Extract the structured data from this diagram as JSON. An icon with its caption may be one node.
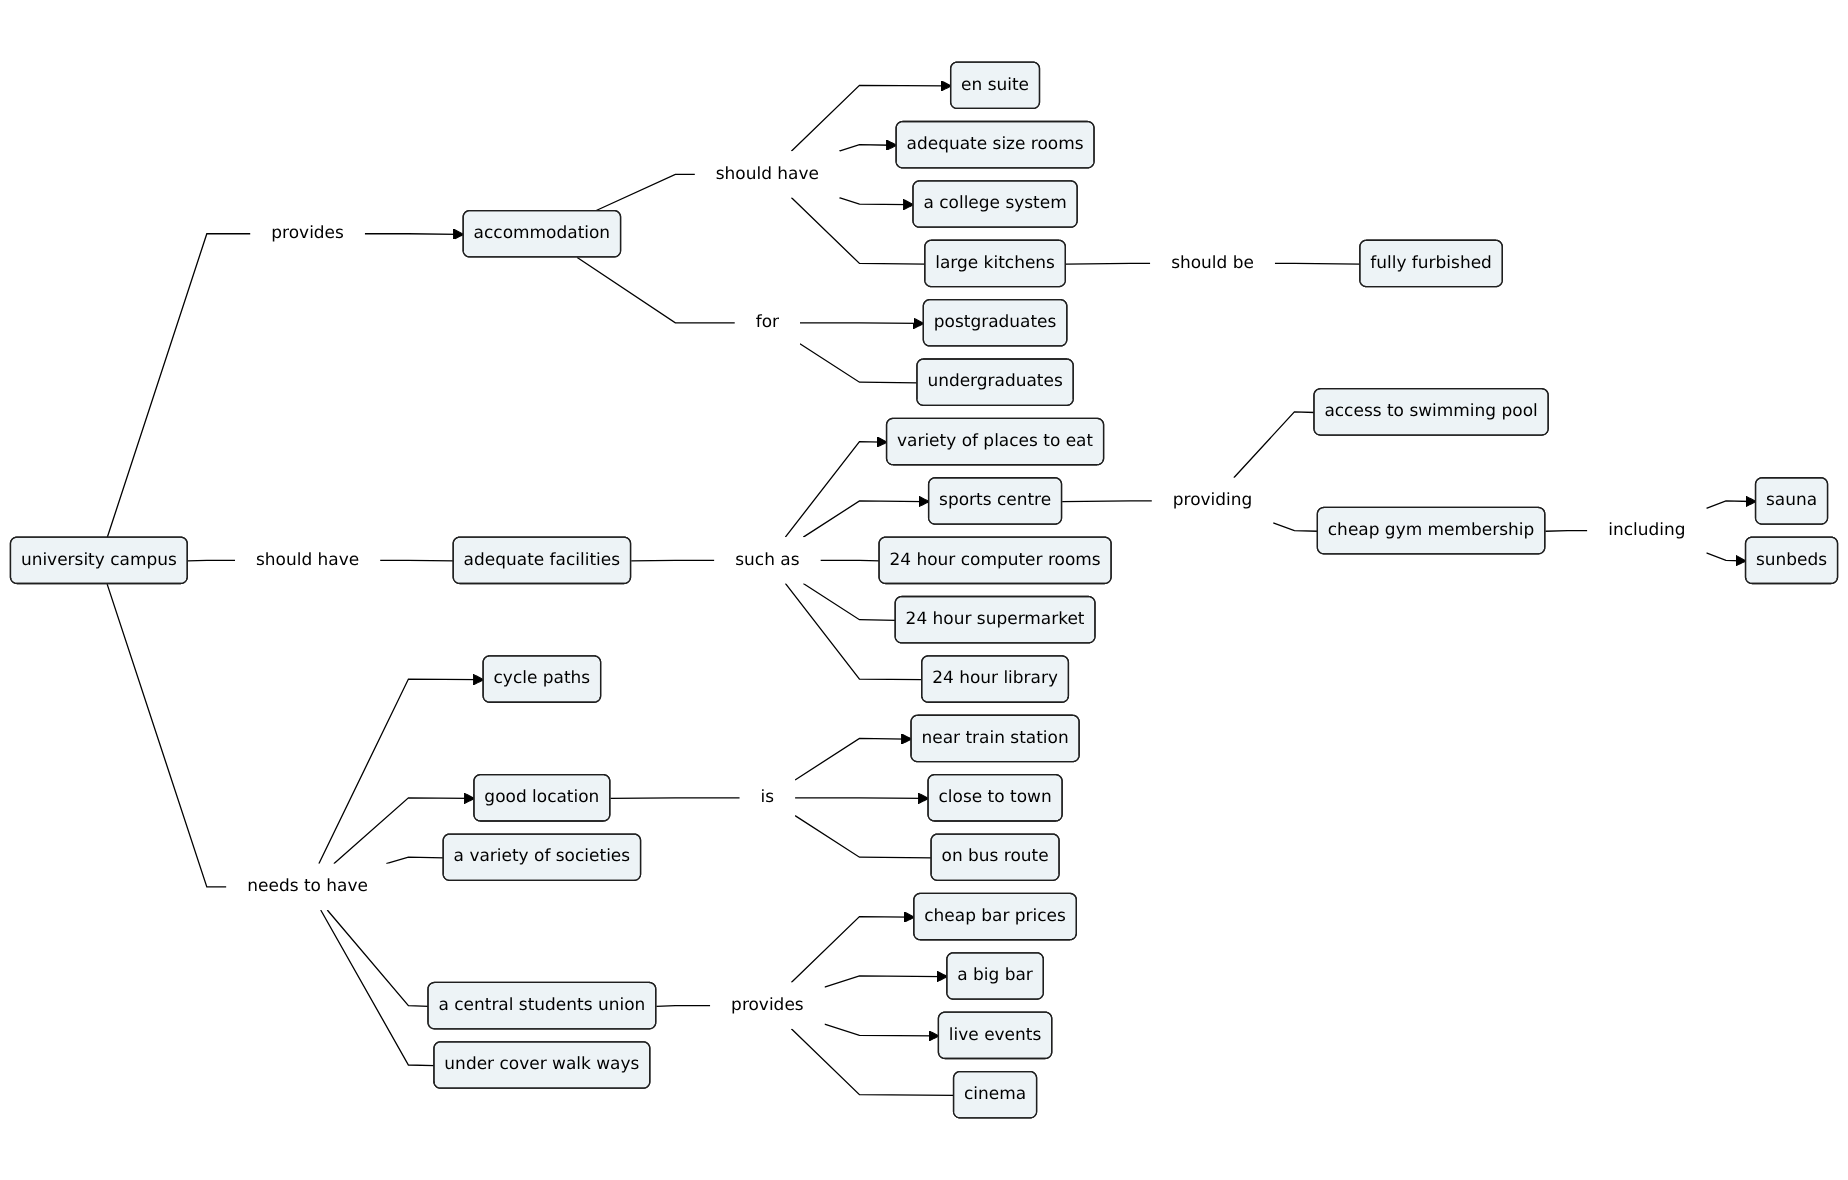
{
  "diagram": {
    "nodes": [
      {
        "text": [
          "adequate size rooms"
        ]
      },
      {
        "text": [
          "university campus"
        ]
      },
      {
        "text": [
          "en suite"
        ]
      },
      {
        "text": [
          "a college system"
        ]
      },
      {
        "text": [
          "cycle paths"
        ]
      },
      {
        "text": [
          "should have"
        ]
      },
      {
        "text": [
          "near train station"
        ]
      },
      {
        "text": [
          "large kitchens"
        ]
      },
      {
        "text": [
          "needs to have"
        ]
      },
      {
        "text": [
          "good location"
        ]
      },
      {
        "text": [
          "accommodation"
        ]
      },
      {
        "text": [
          "provides"
        ]
      },
      {
        "text": [
          "close to town"
        ]
      },
      {
        "text": [
          "is"
        ]
      },
      {
        "text": [
          "should be"
        ]
      },
      {
        "text": [
          "should have"
        ]
      },
      {
        "text": [
          "postgraduates"
        ]
      },
      {
        "text": [
          "on bus route"
        ]
      },
      {
        "text": [
          "fully furbished"
        ]
      },
      {
        "text": [
          "a central students union"
        ]
      },
      {
        "text": [
          "a variety of societies"
        ]
      },
      {
        "text": [
          "for"
        ]
      },
      {
        "text": [
          "cheap bar prices"
        ]
      },
      {
        "text": [
          "adequate facilities"
        ]
      },
      {
        "text": [
          "undergraduates"
        ]
      },
      {
        "text": [
          "a big bar"
        ]
      },
      {
        "text": [
          "provides"
        ]
      },
      {
        "text": [
          "under cover walk ways"
        ]
      },
      {
        "text": [
          "such as"
        ]
      },
      {
        "text": [
          "variety of places to eat"
        ]
      },
      {
        "text": [
          "sports centre"
        ]
      },
      {
        "text": [
          "live events"
        ]
      },
      {
        "text": [
          "cinema"
        ]
      },
      {
        "text": [
          "providing"
        ]
      },
      {
        "text": [
          "24 hour computer rooms"
        ]
      },
      {
        "text": [
          "24 hour supermarket"
        ]
      },
      {
        "text": [
          "access to swimming pool"
        ]
      },
      {
        "text": [
          "sauna"
        ]
      },
      {
        "text": [
          "24 hour library"
        ]
      },
      {
        "text": [
          "cheap gym membership"
        ]
      },
      {
        "text": [
          "including"
        ]
      },
      {
        "text": [
          "sunbeds"
        ]
      }
    ],
    "edges": [
      {
        "from": 1,
        "to": 11,
        "arrow": "none"
      },
      {
        "from": 11,
        "to": 10,
        "arrow": "to"
      },
      {
        "from": 1,
        "to": 15,
        "arrow": "none"
      },
      {
        "from": 15,
        "to": 23,
        "arrow": "none"
      },
      {
        "from": 1,
        "to": 8,
        "arrow": "none"
      },
      {
        "from": 8,
        "to": 4,
        "arrow": "to"
      },
      {
        "from": 8,
        "to": 9,
        "arrow": "to"
      },
      {
        "from": 8,
        "to": 20,
        "arrow": "none"
      },
      {
        "from": 8,
        "to": 19,
        "arrow": "none"
      },
      {
        "from": 8,
        "to": 27,
        "arrow": "none"
      },
      {
        "from": 10,
        "to": 5,
        "arrow": "none"
      },
      {
        "from": 5,
        "to": 2,
        "arrow": "to"
      },
      {
        "from": 5,
        "to": 0,
        "arrow": "to"
      },
      {
        "from": 5,
        "to": 3,
        "arrow": "to"
      },
      {
        "from": 5,
        "to": 7,
        "arrow": "none"
      },
      {
        "from": 7,
        "to": 14,
        "arrow": "none"
      },
      {
        "from": 14,
        "to": 18,
        "arrow": "none"
      },
      {
        "from": 10,
        "to": 21,
        "arrow": "none"
      },
      {
        "from": 21,
        "to": 16,
        "arrow": "to"
      },
      {
        "from": 21,
        "to": 24,
        "arrow": "none"
      },
      {
        "from": 9,
        "to": 13,
        "arrow": "none"
      },
      {
        "from": 13,
        "to": 6,
        "arrow": "to"
      },
      {
        "from": 13,
        "to": 12,
        "arrow": "to"
      },
      {
        "from": 13,
        "to": 17,
        "arrow": "none"
      },
      {
        "from": 23,
        "to": 28,
        "arrow": "none"
      },
      {
        "from": 28,
        "to": 29,
        "arrow": "to"
      },
      {
        "from": 28,
        "to": 30,
        "arrow": "to"
      },
      {
        "from": 28,
        "to": 34,
        "arrow": "none"
      },
      {
        "from": 28,
        "to": 35,
        "arrow": "none"
      },
      {
        "from": 28,
        "to": 38,
        "arrow": "none"
      },
      {
        "from": 19,
        "to": 26,
        "arrow": "none"
      },
      {
        "from": 26,
        "to": 22,
        "arrow": "to"
      },
      {
        "from": 26,
        "to": 25,
        "arrow": "to"
      },
      {
        "from": 26,
        "to": 31,
        "arrow": "to"
      },
      {
        "from": 26,
        "to": 32,
        "arrow": "none"
      },
      {
        "from": 30,
        "to": 33,
        "arrow": "none"
      },
      {
        "from": 33,
        "to": 36,
        "arrow": "none"
      },
      {
        "from": 33,
        "to": 39,
        "arrow": "none"
      },
      {
        "from": 39,
        "to": 40,
        "arrow": "none"
      },
      {
        "from": 40,
        "to": 37,
        "arrow": "to"
      },
      {
        "from": 40,
        "to": 41,
        "arrow": "to"
      }
    ]
  }
}
